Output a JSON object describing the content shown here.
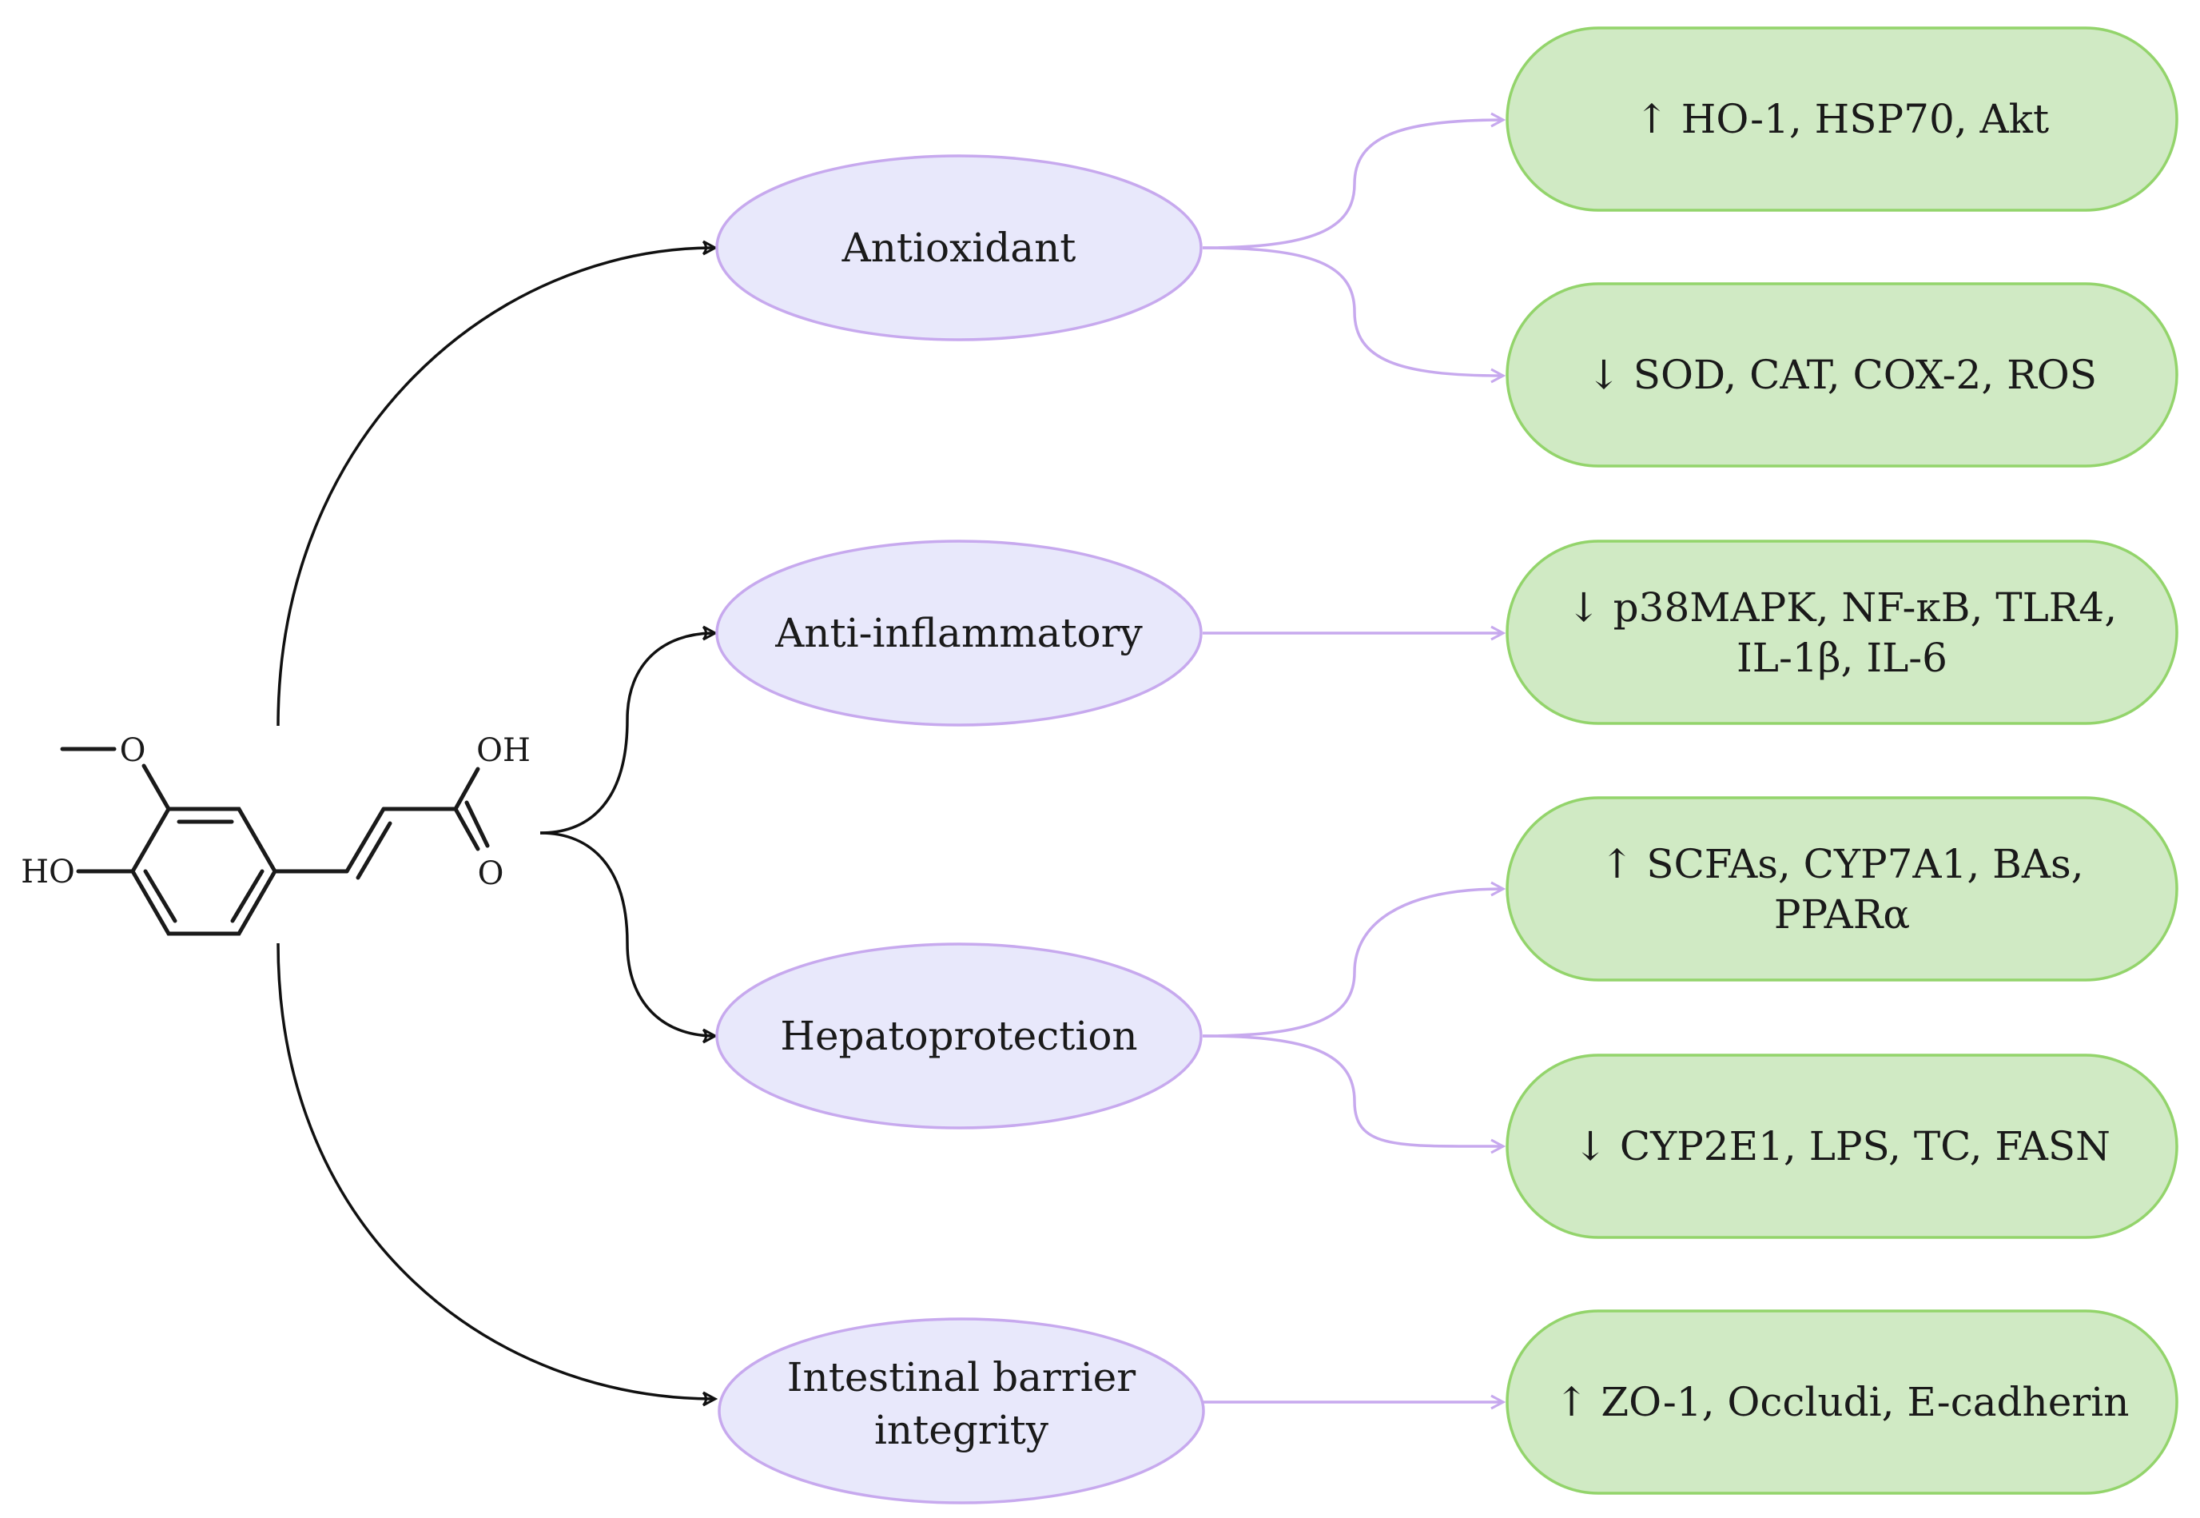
{
  "molecule": {
    "labels": {
      "methoxy_o": "O",
      "hydroxyl": "HO",
      "acid_oh": "OH",
      "carbonyl_o": "O"
    }
  },
  "categories": [
    {
      "label_lines": [
        "Antioxidant"
      ]
    },
    {
      "label_lines": [
        "Anti-inflammatory"
      ]
    },
    {
      "label_lines": [
        "Hepatoprotection"
      ]
    },
    {
      "label_lines": [
        "Intestinal barrier",
        "integrity"
      ]
    }
  ],
  "effects": [
    {
      "lines": [
        "↑ HO-1, HSP70, Akt"
      ]
    },
    {
      "lines": [
        "↓ SOD, CAT, COX-2, ROS"
      ]
    },
    {
      "lines": [
        "↓ p38MAPK, NF-κB, TLR4,",
        "IL-1β, IL-6"
      ]
    },
    {
      "lines": [
        "↑ SCFAs, CYP7A1, BAs,",
        "PPARα"
      ]
    },
    {
      "lines": [
        "↓ CYP2E1, LPS, TC, FASN"
      ]
    },
    {
      "lines": [
        "↑ ZO-1, Occludi, E-cadherin"
      ]
    }
  ],
  "colors": {
    "ellipse_fill": "#e8e8fb",
    "ellipse_stroke": "#c7a9ee",
    "pill_fill": "#d0eac4",
    "pill_stroke": "#93d46b",
    "purple_arrow": "#c7a9ee",
    "black_arrow": "#111111"
  }
}
